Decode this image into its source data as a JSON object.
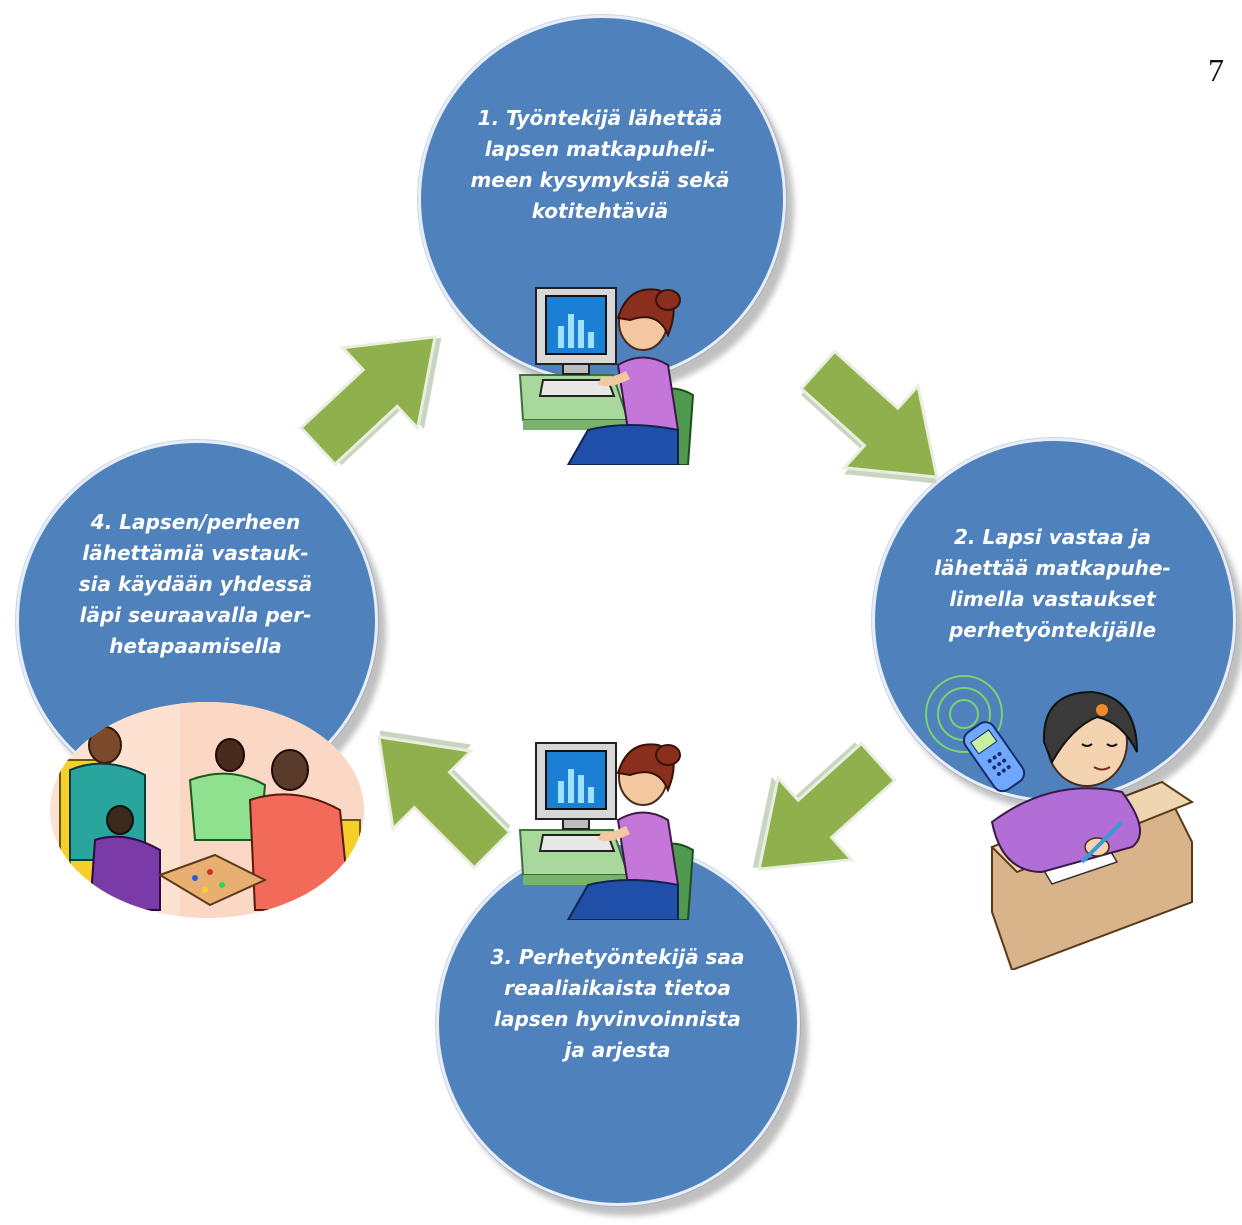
{
  "page_number": "7",
  "steps": [
    {
      "text": "1. Työntekijä lähettää\nlapsen matkapuheli-\nmeen kysymyksiä sekä\nkotitehtäviä"
    },
    {
      "text": "2. Lapsi vastaa ja\nlähettää matkapuhe-\nlimella vastaukset\nperhetyöntekijälle"
    },
    {
      "text": "3. Perhetyöntekijä saa\nreaaliaikaista tietoa\nlapsen hyvinvoinnista\nja arjesta"
    },
    {
      "text": "4. Lapsen/perheen\nlähettämiä vastauk-\nsia käydään yhdessä\nläpi seuraavalla per-\nhetapaamisella"
    }
  ],
  "colors": {
    "circle": "#4f81bd",
    "arrow": "#8fb04d",
    "arrow_edge": "#c8d5c0"
  },
  "icons": [
    "computer-worker-icon",
    "girl-with-phone-icon",
    "family-board-game-icon"
  ]
}
